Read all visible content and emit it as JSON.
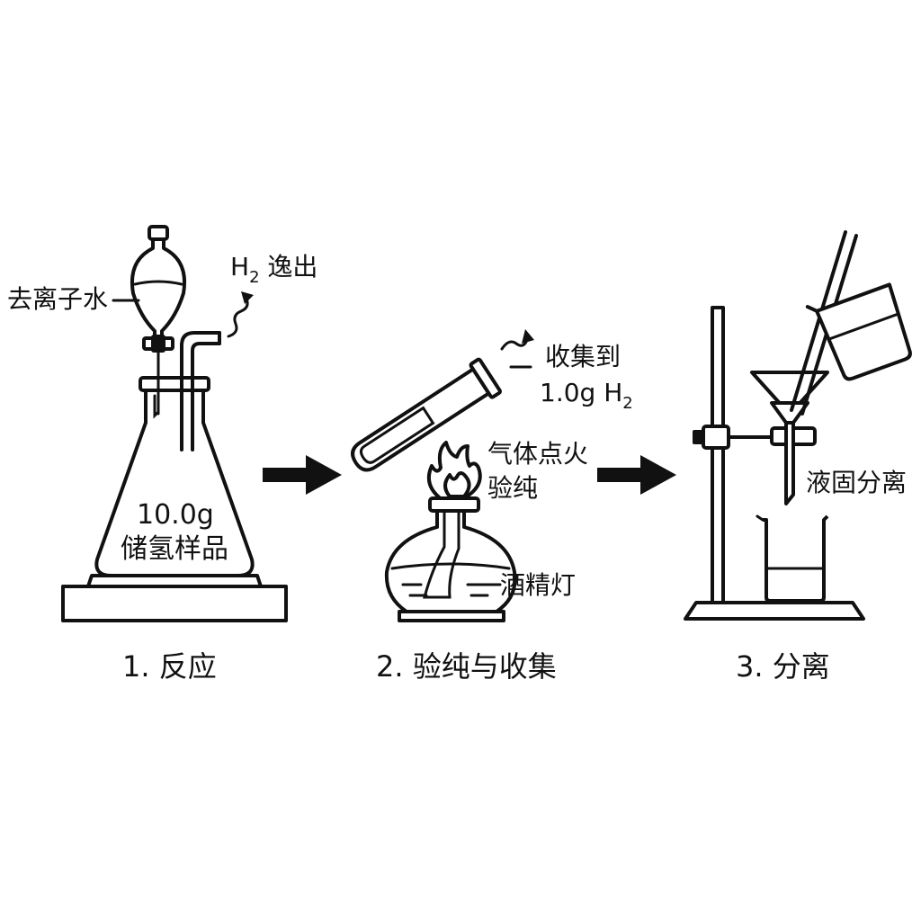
{
  "labels": {
    "water": "去离子水",
    "h2_escape_main": "H",
    "h2_escape_sub": "2",
    "h2_escape_rest": " 逸出",
    "sample_mass": "10.0g",
    "sample_name": "储氢样品",
    "collect_line1": "收集到",
    "collect_line2_main": "1.0g H",
    "collect_line2_sub": "2",
    "ignite_line1": "气体点火",
    "ignite_line2": "验纯",
    "lamp": "酒精灯",
    "separation": "液固分离"
  },
  "steps": [
    {
      "label": "1. 反应"
    },
    {
      "label": "2. 验纯与收集"
    },
    {
      "label": "3. 分离"
    }
  ],
  "colors": {
    "ink": "#111111",
    "background": "#ffffff"
  }
}
